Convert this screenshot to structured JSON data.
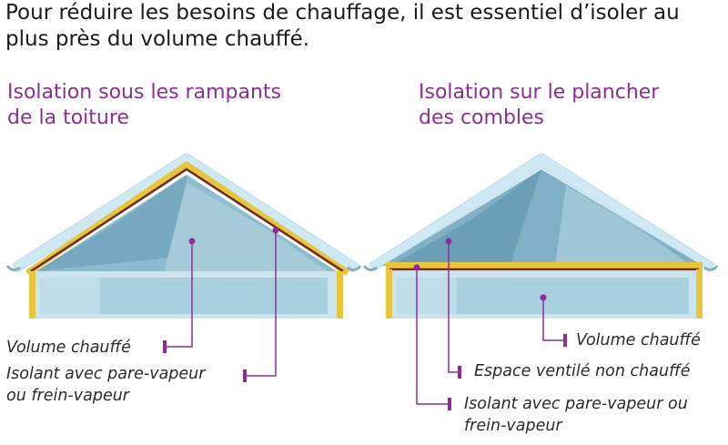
{
  "headline": {
    "line1": "Pour réduire les besoins de chauffage, il est essentiel d’isoler au",
    "line2": "plus près du volume chauffé."
  },
  "left_diagram": {
    "title_line1": "Isolation sous les rampants",
    "title_line2": "de la toiture",
    "label_volume": "Volume chauffé",
    "label_insulation_line1": "Isolant avec pare-vapeur",
    "label_insulation_line2": "ou frein-vapeur"
  },
  "right_diagram": {
    "title_line1": "Isolation sur le plancher",
    "title_line2": "des combles",
    "label_volume": "Volume chauffé",
    "label_ventilated": "Espace ventilé non chauffé",
    "label_insulation_line1": "Isolant avec pare-vapeur ou",
    "label_insulation_line2": "frein-vapeur"
  },
  "colors": {
    "title_purple": "#8b2f95",
    "leader_purple": "#8b2f95",
    "insulation_yellow": "#e8c53a",
    "vapor_barrier_brown": "#6b2b2b",
    "roof_light_blue": "#cfe9f4",
    "attic_blue": "#7fb0c6",
    "room_blue": "#a9d0de"
  }
}
